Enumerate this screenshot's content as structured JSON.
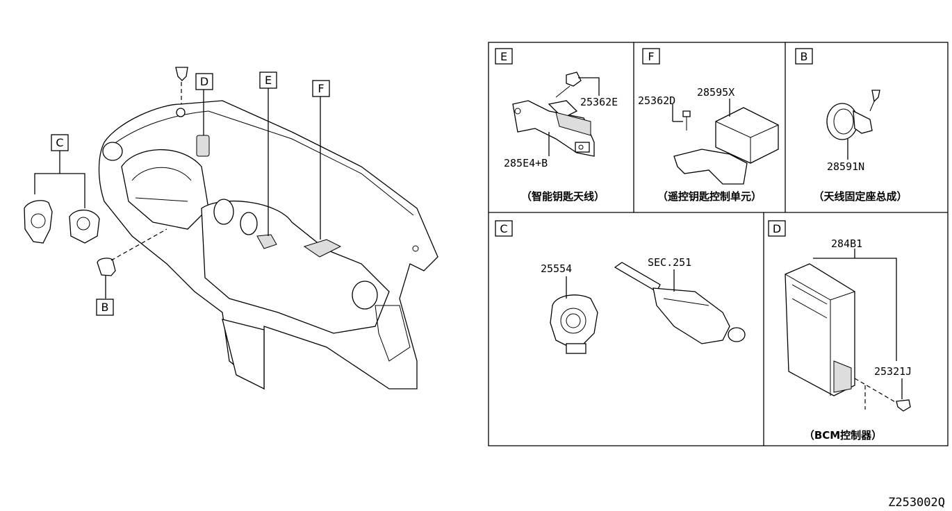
{
  "callouts": {
    "overview": {
      "b": "B",
      "c": "C",
      "d": "D",
      "e": "E",
      "f": "F"
    }
  },
  "panels": {
    "e": {
      "letter": "E",
      "part1": "25362E",
      "part2": "285E4+B",
      "caption": "（智能钥匙天线）"
    },
    "f": {
      "letter": "F",
      "part1": "25362D",
      "part2": "28595X",
      "caption": "（遥控钥匙控制单元）"
    },
    "b": {
      "letter": "B",
      "part1": "28591N",
      "caption": "（天线固定座总成）"
    },
    "c": {
      "letter": "C",
      "part1": "25554",
      "part2": "SEC.251"
    },
    "d": {
      "letter": "D",
      "part1": "284B1",
      "part2": "25321J",
      "caption": "（BCM控制器）"
    }
  },
  "diagram_id": "Z253002Q"
}
